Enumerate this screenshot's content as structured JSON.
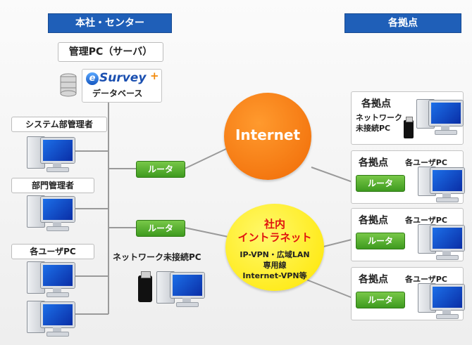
{
  "headers": {
    "hq": "本社・センター",
    "branches": "各拠点"
  },
  "hq": {
    "server_label": "管理PC（サーバ）",
    "db_label": "データベース",
    "logo_text": "Survey",
    "roles": [
      "システム部管理者",
      "部門管理者",
      "各ユーザPC"
    ],
    "router_label": "ルータ",
    "offline_label": "ネットワーク未接続PC"
  },
  "internet": {
    "label": "Internet"
  },
  "intranet": {
    "title_line1": "社内",
    "title_line2": "イントラネット",
    "detail1": "IP-VPN・広域LAN",
    "detail2": "専用線",
    "detail3": "Internet-VPN等"
  },
  "branch_panels": [
    {
      "title": "各拠点",
      "sub1": "ネットワーク",
      "sub2": "未接続PC"
    },
    {
      "title": "各拠点",
      "user_label": "各ユーザPC",
      "router": "ルータ"
    },
    {
      "title": "各拠点",
      "user_label": "各ユーザPC",
      "router": "ルータ"
    },
    {
      "title": "各拠点",
      "user_label": "各ユーザPC",
      "router": "ルータ"
    }
  ],
  "colors": {
    "header_blue": "#1f5fb8",
    "router_green": "#4caf2a",
    "internet_orange": "#f47a0c",
    "intranet_yellow": "#ffee00",
    "intranet_text_red": "#e0120f"
  }
}
